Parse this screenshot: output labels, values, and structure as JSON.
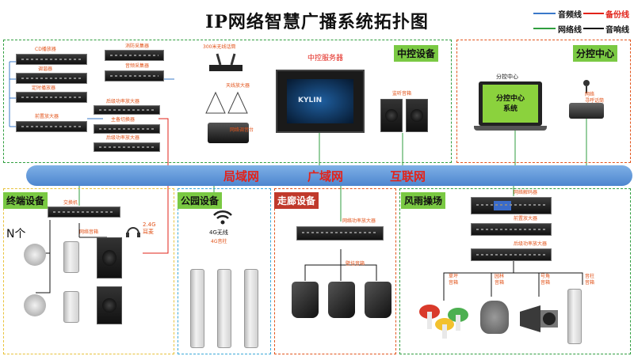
{
  "title": "IP网络智慧广播系统拓扑图",
  "legend": {
    "audio_line": "音频线",
    "backup_line": "备份线",
    "network_line": "网络线",
    "speaker_line": "音响线",
    "colors": {
      "audio": "#3a78c9",
      "backup": "#e2231a",
      "network": "#2f9e3f",
      "speaker": "#111111"
    }
  },
  "bus": {
    "lan": "局域网",
    "wan": "广域网",
    "internet": "互联网"
  },
  "regions": {
    "central": "中控设备",
    "branch": "分控中心",
    "terminal": "终端设备",
    "park": "公园设备",
    "corridor": "走廊设备",
    "playground": "风雨操场"
  },
  "central": {
    "cd_player": "CD播放器",
    "tuner": "调谐器",
    "timer_player": "定时播放器",
    "preamp": "前置放大器",
    "fire_collector": "消防采集器",
    "audio_collector": "音频采集器",
    "rear_amp_1": "后级功率放大器",
    "master_backup_switch": "主备切换器",
    "rear_amp_2": "后级功率放大器",
    "wireless_mic": "300米无线话筒",
    "antenna_amp": "天线放大器",
    "network_console": "网络调音台",
    "server": "中控服务器",
    "server_brand": "KYLIN",
    "monitor_speaker": "监听音箱"
  },
  "branch": {
    "center_label": "分控中心",
    "laptop_text_1": "分控中心",
    "laptop_text_2": "系统",
    "paging_mic_1": "网络",
    "paging_mic_2": "寻呼话筒"
  },
  "terminal": {
    "switch": "交换机",
    "n_count": "N个",
    "network_speaker": "网络音箱",
    "headset_1": "2.4G",
    "headset_2": "耳麦"
  },
  "park": {
    "wifi_1": "4G无线",
    "wifi_2": "4G音柱"
  },
  "corridor": {
    "amp": "网络功率放大器",
    "wall_speaker": "壁挂音箱"
  },
  "playground": {
    "decoder": "网络解码器",
    "preamp": "前置放大器",
    "rear_amp": "后级功率放大器",
    "lawn_speaker_1": "草坪",
    "lawn_speaker_2": "音箱",
    "garden_speaker_1": "园林",
    "garden_speaker_2": "音箱",
    "horn_speaker_1": "号角",
    "horn_speaker_2": "音箱",
    "column_speaker_1": "音柱",
    "column_speaker_2": "音箱"
  }
}
